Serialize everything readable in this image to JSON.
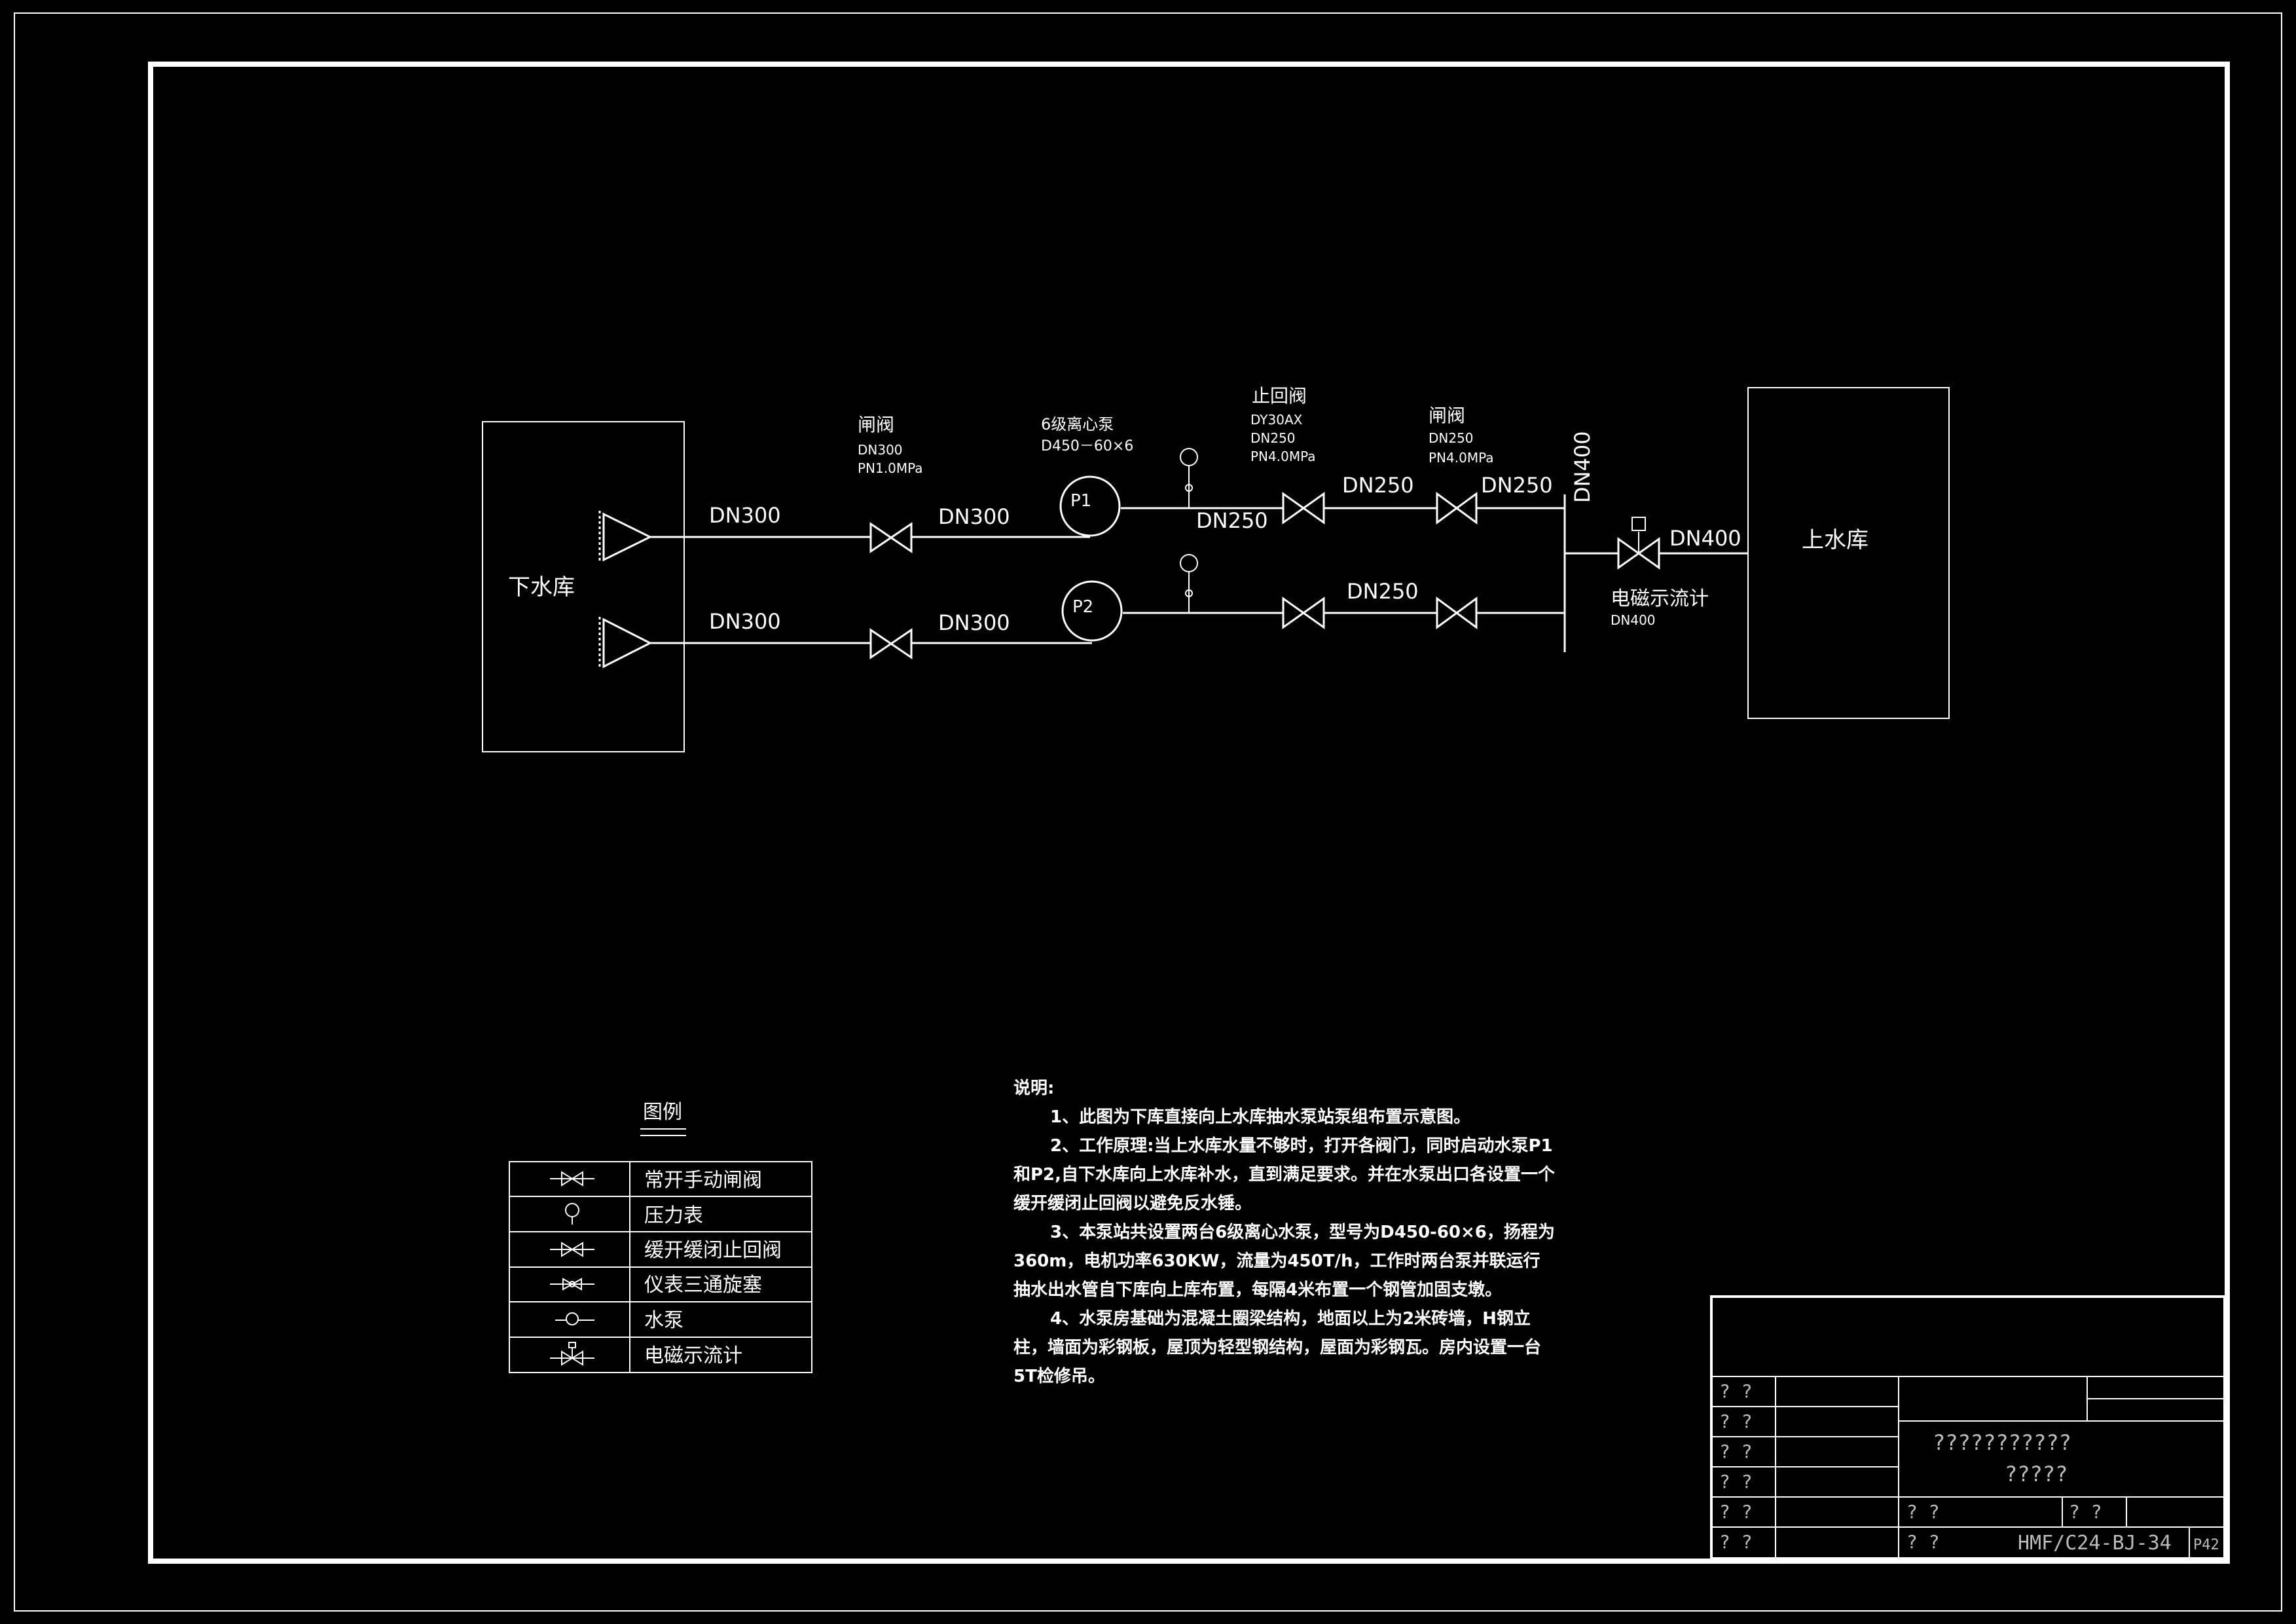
{
  "diagram": {
    "lower_reservoir": "下水库",
    "upper_reservoir": "上水库",
    "gate_valve_1": {
      "name": "闸阀",
      "size": "DN300",
      "pressure": "PN1.0MPa"
    },
    "pump_spec": {
      "name": "6级离心泵",
      "model": "D450－60×6"
    },
    "check_valve": {
      "name": "止回阀",
      "model": "DY30AX",
      "size": "DN250",
      "pressure": "PN4.0MPa"
    },
    "gate_valve_2": {
      "name": "闸阀",
      "size": "DN250",
      "pressure": "PN4.0MPa"
    },
    "pump1": "P1",
    "pump2": "P2",
    "pipe_labels": {
      "p1_in": "DN300",
      "p1_mid": "DN300",
      "p1_out": "DN250",
      "p1_after_check": "DN250",
      "p1_after_gate": "DN250",
      "p2_in": "DN300",
      "p2_mid": "DN300",
      "p2_between": "DN250",
      "header": "DN400",
      "outlet": "DN400"
    },
    "flowmeter": {
      "name": "电磁示流计",
      "size": "DN400"
    }
  },
  "legend": {
    "title": "图例",
    "items": [
      "常开手动闸阀",
      "压力表",
      "缓开缓闭止回阀",
      "仪表三通旋塞",
      "水泵",
      "电磁示流计"
    ]
  },
  "notes": {
    "title": "说明:",
    "items": [
      "1、此图为下库直接向上水库抽水泵站泵组布置示意图。",
      "2、工作原理:当上水库水量不够时，打开各阀门，同时启动水泵P1和P2,自下水库向上水库补水，直到满足要求。并在水泵出口各设置一个缓开缓闭止回阀以避免反水锤。",
      "3、本泵站共设置两台6级离心水泵，型号为D450-60×6，扬程为360m，电机功率630KW，流量为450T/h，工作时两台泵并联运行抽水出水管自下库向上库布置，每隔4米布置一个钢管加固支墩。",
      "4、水泵房基础为混凝土圈梁结构，地面以上为2米砖墙，H钢立柱，墙面为彩钢板，屋顶为轻型钢结构，屋面为彩钢瓦。房内设置一台5T检修吊。"
    ]
  },
  "title_block": {
    "left_labels": [
      "? ?",
      "? ?",
      "? ?",
      "? ?",
      "? ?",
      "? ?"
    ],
    "project_name": "???????????",
    "drawing_name": "?????",
    "bottom_label_1": "? ?",
    "bottom_label_2": "? ?",
    "bottom_label_3": "? ?",
    "drawing_number": "HMF/C24-BJ-34",
    "page": "P42"
  }
}
